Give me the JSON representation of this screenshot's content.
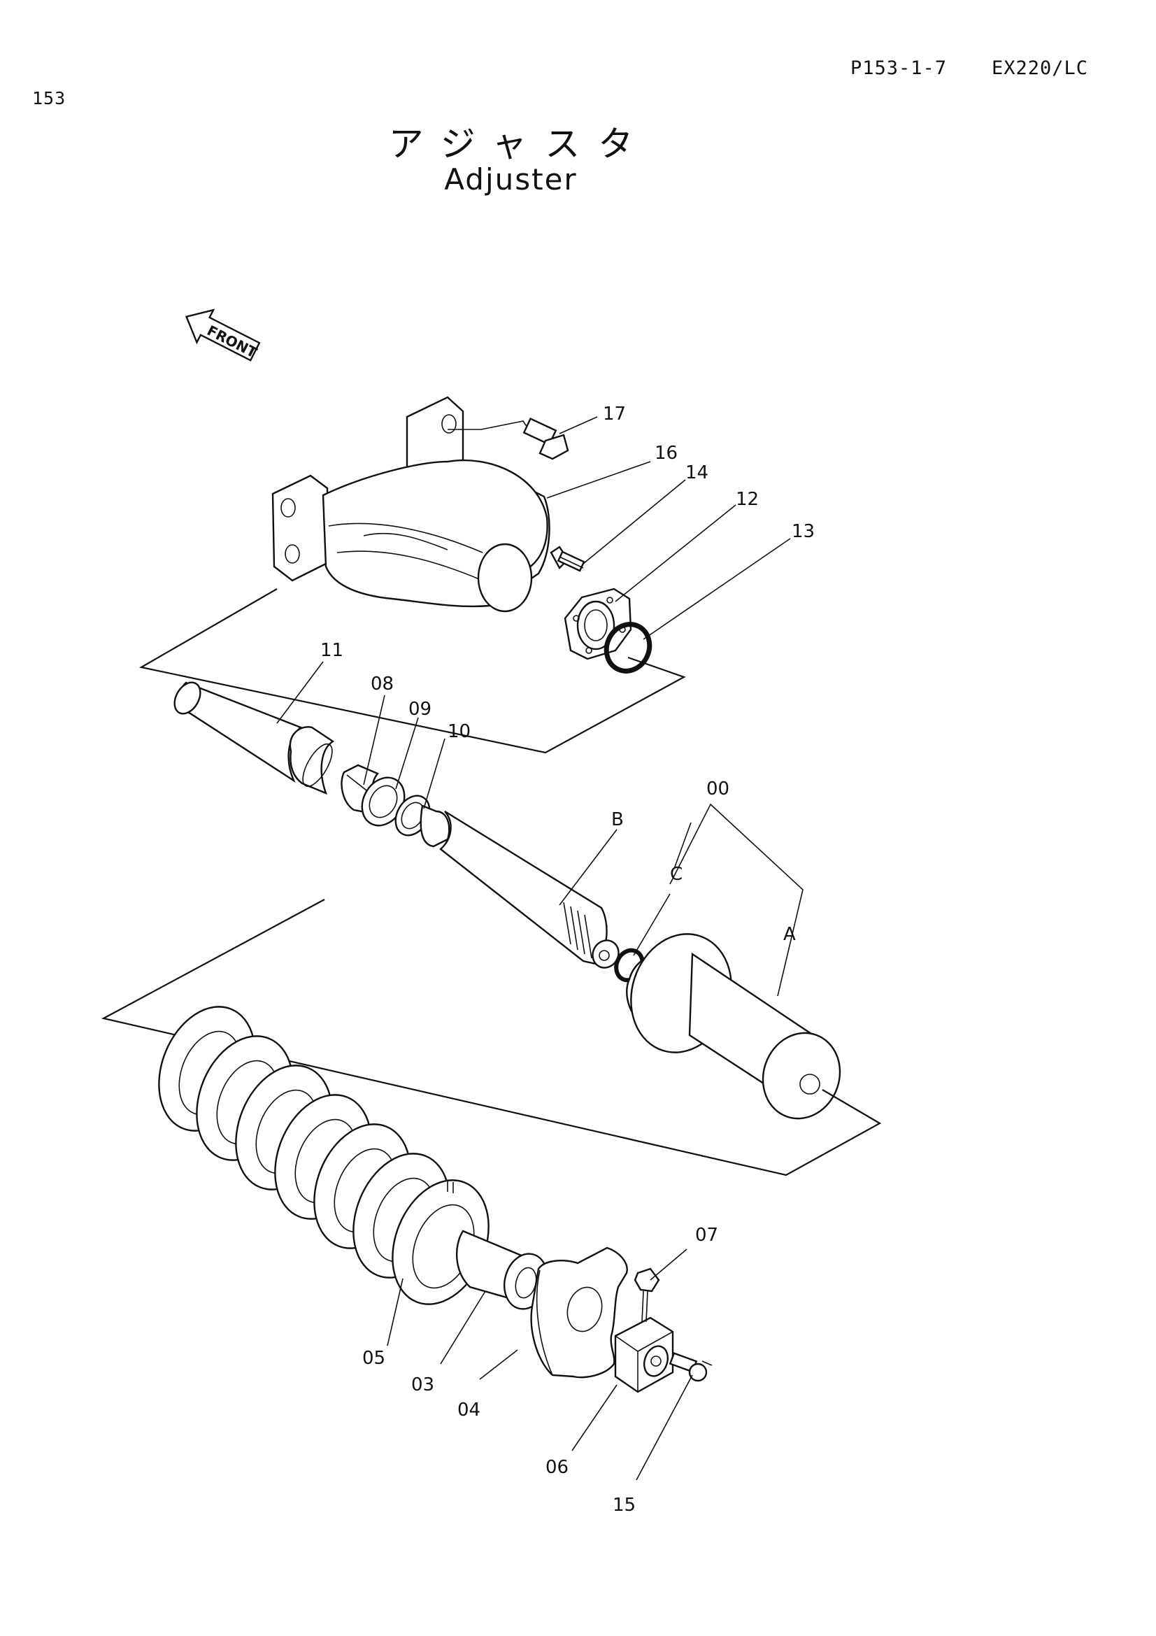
{
  "header": {
    "page_number": "153",
    "reference": "P153-1-7",
    "model": "EX220/LC"
  },
  "title": {
    "japanese": "アジャスタ",
    "english": "Adjuster"
  },
  "direction_arrow": {
    "label": "FRONT"
  },
  "callouts": [
    "17",
    "16",
    "14",
    "12",
    "13",
    "11",
    "08",
    "09",
    "10",
    "00",
    "B",
    "C",
    "A",
    "07",
    "05",
    "03",
    "04",
    "06",
    "15"
  ]
}
